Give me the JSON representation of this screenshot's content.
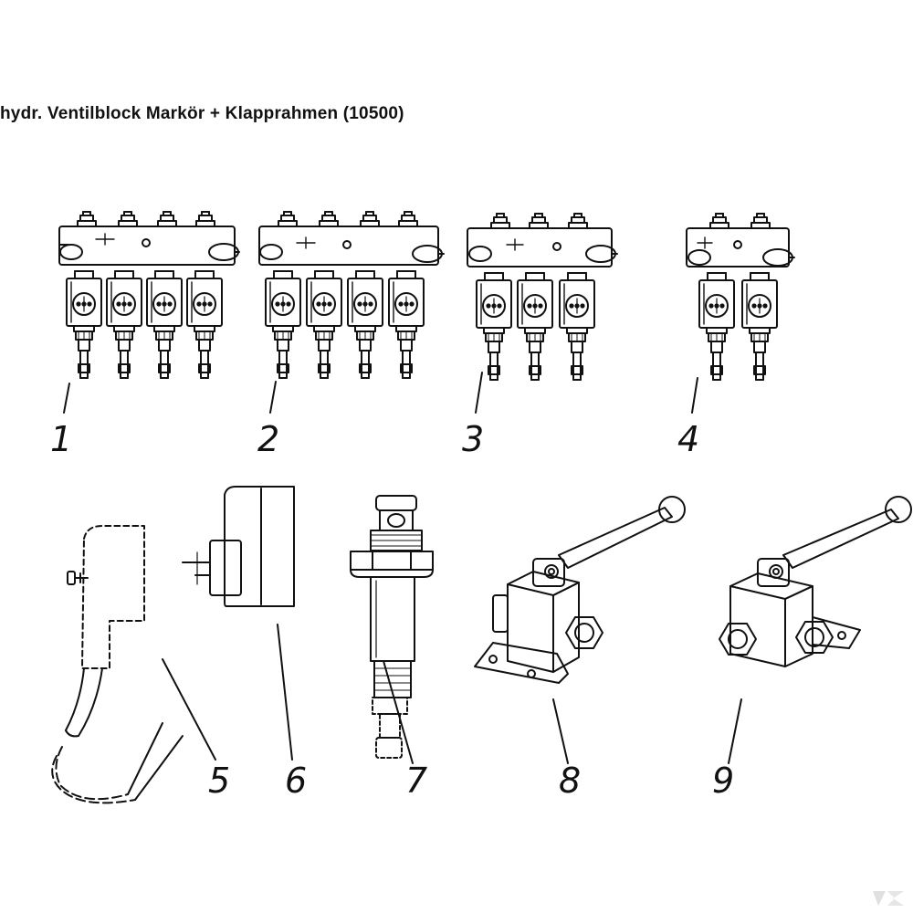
{
  "title": "hydr. Ventilblock Markör + Klapprahmen (10500)",
  "colors": {
    "ink": "#111111",
    "watermark": "#e0e0e0"
  },
  "parts": [
    {
      "number": "1",
      "kind": "valve-block-4",
      "solenoids": 4
    },
    {
      "number": "2",
      "kind": "valve-block-4",
      "solenoids": 4
    },
    {
      "number": "3",
      "kind": "valve-block-3",
      "solenoids": 3
    },
    {
      "number": "4",
      "kind": "valve-block-2",
      "solenoids": 2
    },
    {
      "number": "5",
      "kind": "cable-plug"
    },
    {
      "number": "6",
      "kind": "solenoid-coil"
    },
    {
      "number": "7",
      "kind": "cartridge-valve"
    },
    {
      "number": "8",
      "kind": "ball-valve-2-way"
    },
    {
      "number": "9",
      "kind": "ball-valve-3-way"
    }
  ],
  "watermark": {
    "icon": "logo-k-icon"
  }
}
